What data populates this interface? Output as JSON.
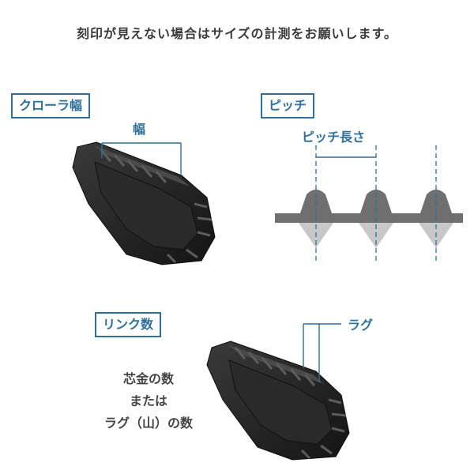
{
  "header": {
    "instruction": "刻印が見えない場合はサイズの計測をお願いします。"
  },
  "sections": {
    "crawler_width": {
      "box_label": "クローラ幅",
      "dimension_label": "幅"
    },
    "pitch": {
      "box_label": "ピッチ",
      "dimension_label": "ピッチ長さ"
    },
    "link_count": {
      "box_label": "リンク数",
      "lug_label": "ラグ",
      "note_line1": "芯金の数",
      "note_line2": "または",
      "note_line3": "ラグ（山）の数"
    }
  },
  "colors": {
    "accent": "#2f6f9a",
    "track_dark": "#1e1e1e",
    "profile_gray": "#6f6f6f",
    "core_gray": "#c8c8c8"
  },
  "icons": [
    "rubber-track-image",
    "pitch-profile-diagram"
  ]
}
